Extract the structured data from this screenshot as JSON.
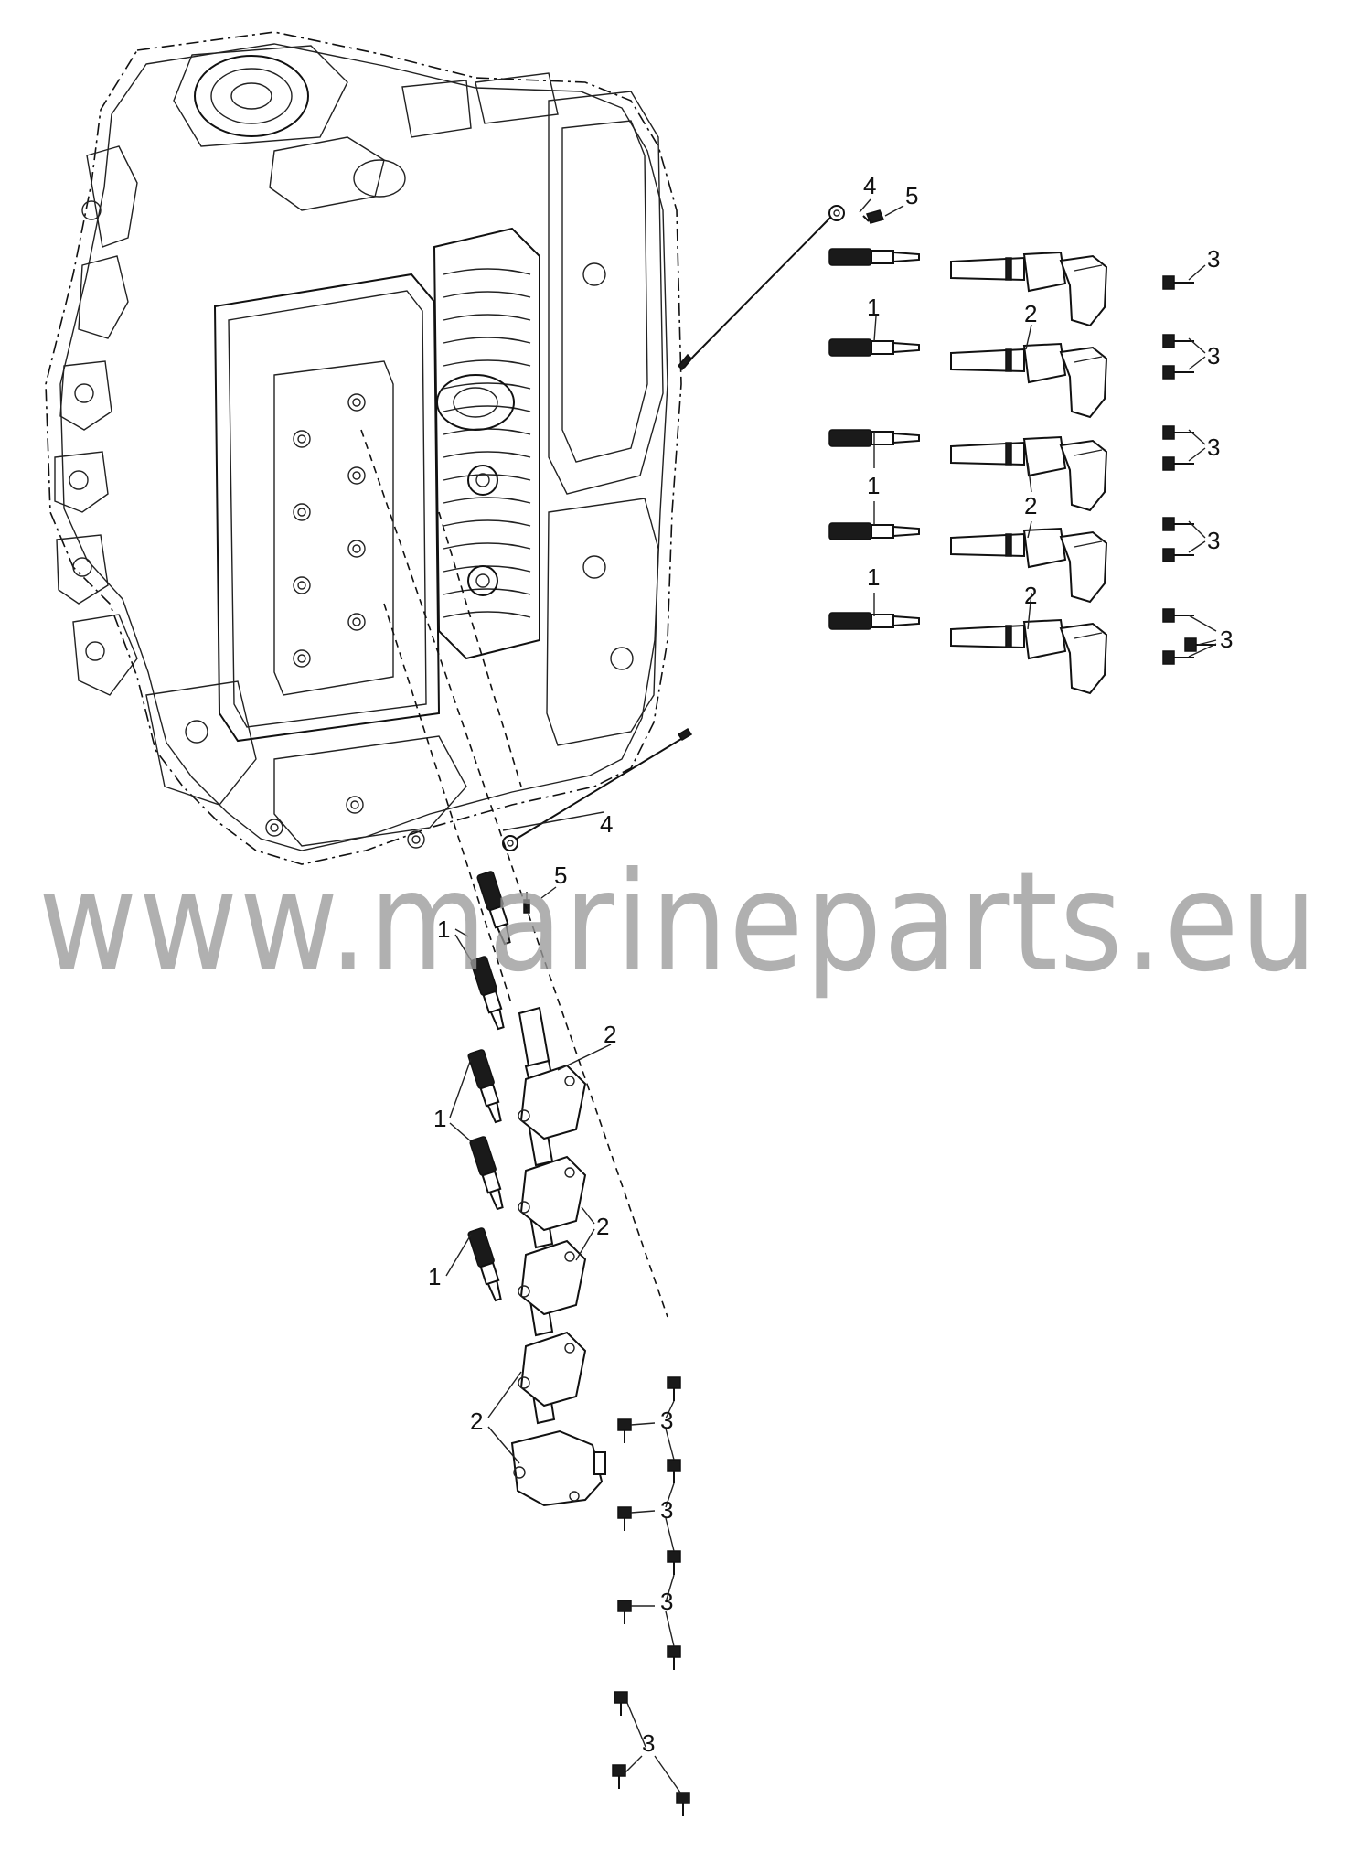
{
  "watermark": "www.marineparts.eu",
  "callouts": {
    "spark_plug": "1",
    "ignition_coil": "2",
    "screw": "3",
    "ground_strap": "4",
    "ground_screw": "5"
  }
}
